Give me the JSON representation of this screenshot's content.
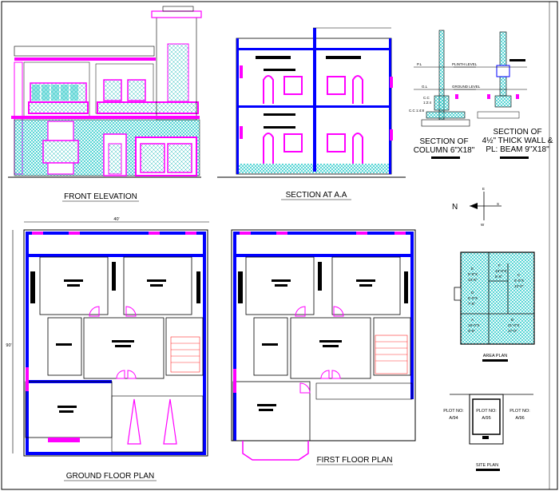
{
  "titles": {
    "front_elevation": "FRONT ELEVATION",
    "section_aa": "SECTION AT A.A",
    "section_column_1": "SECTION OF",
    "section_column_2": "COLUMN 6\"X18\"",
    "section_wall_1": "SECTION OF",
    "section_wall_2": "4½\" THICK WALL &",
    "section_wall_3": "PL: BEAM 9\"X18\"",
    "ground_floor_plan": "GROUND FLOOR PLAN",
    "first_floor_plan": "FIRST FLOOR PLAN",
    "area_plan": "AREA PLAN",
    "site_plan": "SITE PLAN"
  },
  "dimensions": {
    "width": "40'",
    "depth": "90'"
  },
  "compass": {
    "north": "N",
    "east": "E",
    "west": "W",
    "south": "S"
  },
  "column_section": {
    "pl": "P.L",
    "gl": "G.L",
    "cc1": "C.C",
    "cc1_ratio": "1:2:4",
    "cc2": "C.C 1:4:8"
  },
  "wall_section": {
    "plinth_level": "PLINTH LEVEL",
    "ground_level": "GROUND LEVEL"
  },
  "area_plan": {
    "cells": [
      {
        "id": "E",
        "dims": [
          "5'-0\"X",
          "13'-6\""
        ]
      },
      {
        "id": "F",
        "dims": [
          "13'-0\"X",
          "5'-6\""
        ]
      },
      {
        "id": "C",
        "dims": [
          "5'-0\"X",
          "13'-0\""
        ]
      },
      {
        "id": "D",
        "dims": [
          "5'-0\"X",
          "7'-6\""
        ]
      },
      {
        "id": "A",
        "dims": [
          "19'-0\"X",
          "3'-6\""
        ]
      },
      {
        "id": "B",
        "dims": [
          "21'-0\"X",
          "17'-0\""
        ]
      }
    ]
  },
  "site_plan": {
    "plots": [
      {
        "label": "PLOT NO:",
        "number": "A/94"
      },
      {
        "label": "PLOT NO:",
        "number": "A/95"
      },
      {
        "label": "PLOT NO:",
        "number": "A/96"
      }
    ]
  },
  "colors": {
    "wall": "#0000ff",
    "opening": "#ff00ff",
    "hatch": "#00c0c0",
    "line": "#000000",
    "beam": "#ff0000"
  }
}
